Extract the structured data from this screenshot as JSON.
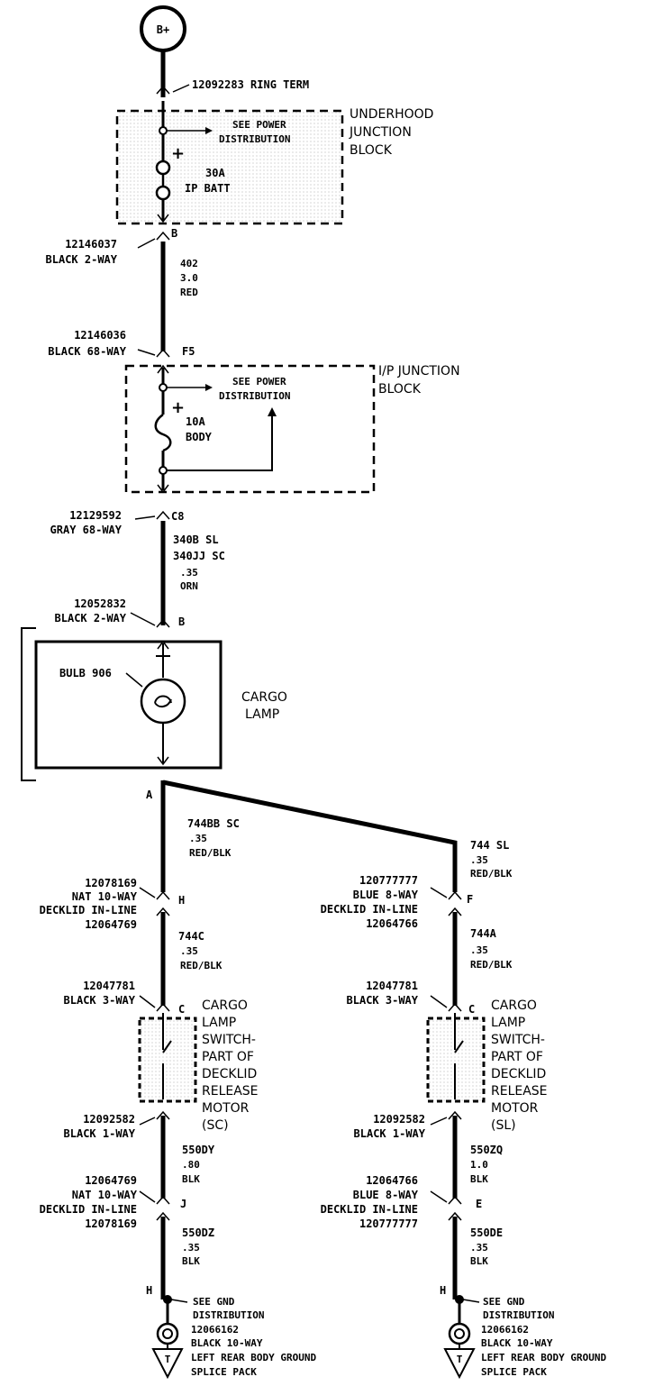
{
  "top": {
    "source_label": "B+",
    "ring_term": "12092283 RING TERM"
  },
  "underhood": {
    "title_lines": [
      "UNDERHOOD",
      "JUNCTION",
      "BLOCK"
    ],
    "see_power": [
      "SEE POWER",
      "DISTRIBUTION"
    ],
    "fuse_rating": "30A",
    "fuse_name": "IP BATT",
    "plus": "+"
  },
  "conn_b1": {
    "part": "12146037",
    "desc": "BLACK 2-WAY",
    "pin": "B"
  },
  "wire_402": {
    "circuit": "402",
    "gauge": "3.0",
    "color": "RED"
  },
  "conn_f5": {
    "part": "12146036",
    "desc": "BLACK 68-WAY",
    "pin": "F5"
  },
  "ip_block": {
    "title_lines": [
      "I/P JUNCTION",
      "BLOCK"
    ],
    "see_power": [
      "SEE POWER",
      "DISTRIBUTION"
    ],
    "fuse_rating": "10A",
    "fuse_name": "BODY",
    "plus": "+"
  },
  "conn_c8": {
    "part": "12129592",
    "desc": "GRAY 68-WAY",
    "pin": "C8"
  },
  "wire_340": {
    "line1": "340B SL",
    "line2": "340JJ SC",
    "gauge": ".35",
    "color": "ORN"
  },
  "conn_b2": {
    "part": "12052832",
    "desc": "BLACK 2-WAY",
    "pin": "B"
  },
  "cargo_lamp": {
    "bulb": "BULB 906",
    "title_lines": [
      "CARGO",
      "LAMP"
    ],
    "pin_a": "A"
  },
  "left": {
    "wire1": {
      "circuit": "744BB SC",
      "gauge": ".35",
      "color": "RED/BLK"
    },
    "conn_h": {
      "lines": [
        "12078169",
        "NAT 10-WAY",
        "DECKLID IN-LINE",
        "12064769"
      ],
      "pin": "H"
    },
    "wire2": {
      "circuit": "744C",
      "gauge": ".35",
      "color": "RED/BLK"
    },
    "conn_c": {
      "lines": [
        "12047781",
        "BLACK 3-WAY"
      ],
      "pin": "C"
    },
    "switch_lines": [
      "CARGO",
      "LAMP",
      "SWITCH-",
      "PART OF",
      "DECKLID",
      "RELEASE",
      "MOTOR",
      "(SC)"
    ],
    "conn_a": {
      "lines": [
        "12092582",
        "BLACK 1-WAY"
      ]
    },
    "wire3": {
      "circuit": "550DY",
      "gauge": ".80",
      "color": "BLK"
    },
    "conn_j": {
      "lines": [
        "12064769",
        "NAT 10-WAY",
        "DECKLID IN-LINE",
        "12078169"
      ],
      "pin": "J"
    },
    "wire4": {
      "circuit": "550DZ",
      "gauge": ".35",
      "color": "BLK"
    },
    "gnd": {
      "pin": "H",
      "see": [
        "SEE GND",
        "DISTRIBUTION"
      ],
      "lines": [
        "12066162",
        "BLACK 10-WAY",
        "LEFT REAR BODY GROUND",
        "SPLICE PACK"
      ],
      "t": "T"
    }
  },
  "right": {
    "wire1": {
      "circuit": "744 SL",
      "gauge": ".35",
      "color": "RED/BLK"
    },
    "conn_f": {
      "lines": [
        "120777777",
        "BLUE 8-WAY",
        "DECKLID IN-LINE",
        "12064766"
      ],
      "pin": "F"
    },
    "wire2": {
      "circuit": "744A",
      "gauge": ".35",
      "color": "RED/BLK"
    },
    "conn_c": {
      "lines": [
        "12047781",
        "BLACK 3-WAY"
      ],
      "pin": "C"
    },
    "switch_lines": [
      "CARGO",
      "LAMP",
      "SWITCH-",
      "PART OF",
      "DECKLID",
      "RELEASE",
      "MOTOR",
      "(SL)"
    ],
    "conn_a": {
      "lines": [
        "12092582",
        "BLACK 1-WAY"
      ]
    },
    "wire3": {
      "circuit": "550ZQ",
      "gauge": "1.0",
      "color": "BLK"
    },
    "conn_e": {
      "lines": [
        "12064766",
        "BLUE 8-WAY",
        "DECKLID IN-LINE",
        "120777777"
      ],
      "pin": "E"
    },
    "wire4": {
      "circuit": "550DE",
      "gauge": ".35",
      "color": "BLK"
    },
    "gnd": {
      "pin": "H",
      "see": [
        "SEE GND",
        "DISTRIBUTION"
      ],
      "lines": [
        "12066162",
        "BLACK 10-WAY",
        "LEFT REAR BODY GROUND",
        "SPLICE PACK"
      ],
      "t": "T"
    }
  }
}
